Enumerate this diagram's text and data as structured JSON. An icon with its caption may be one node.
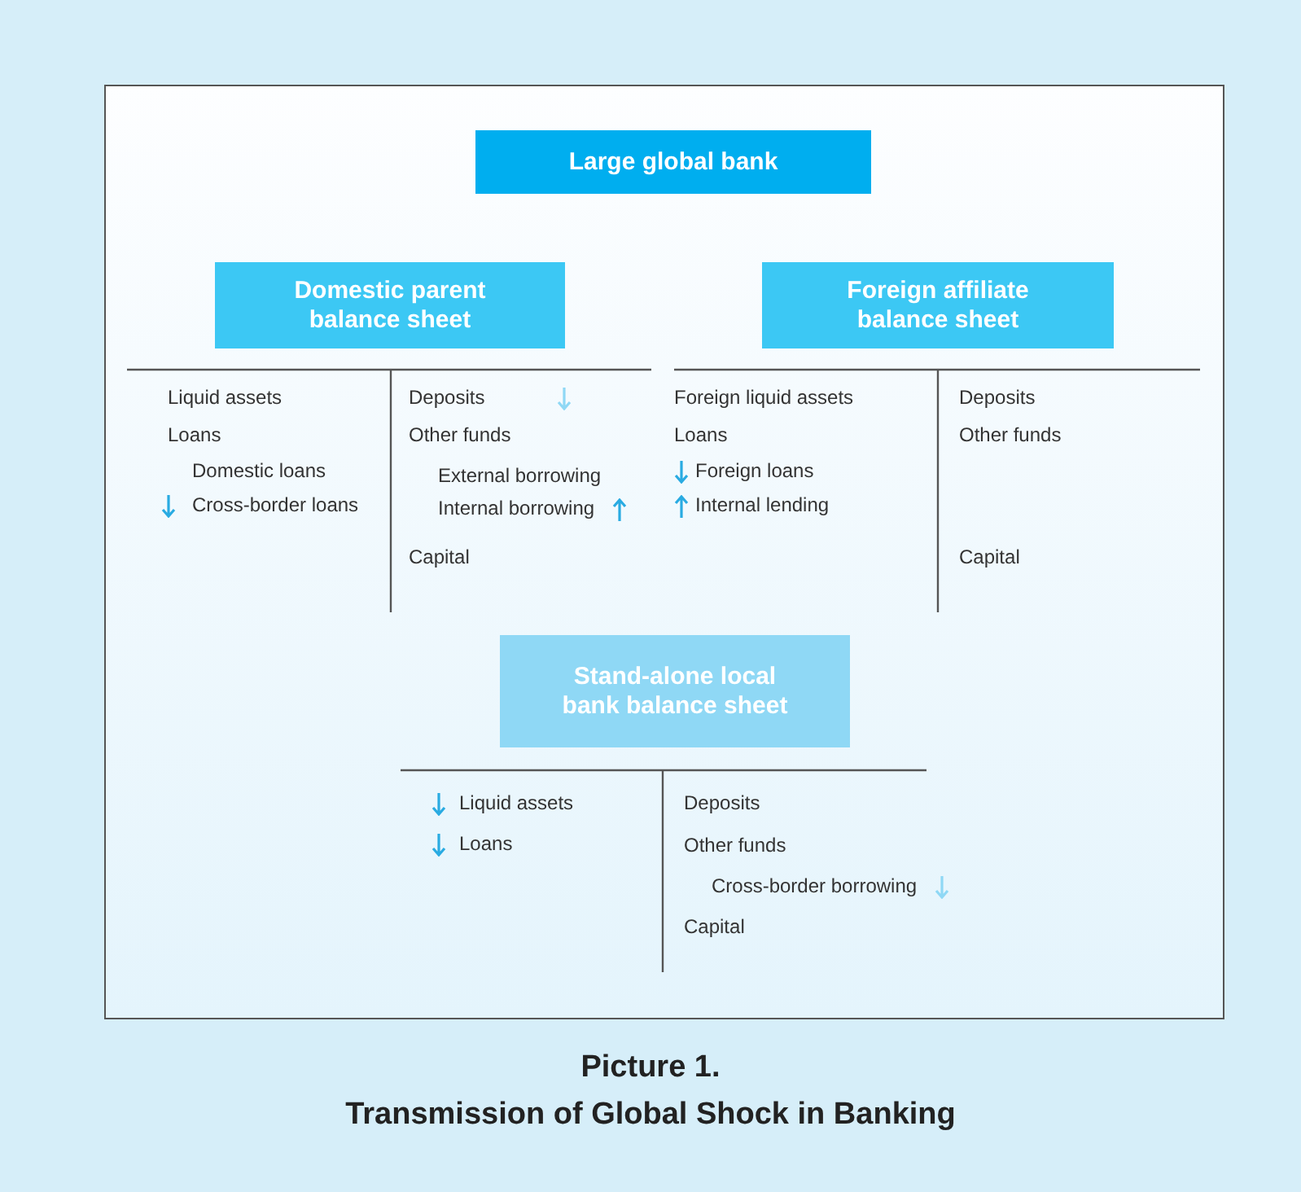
{
  "diagram": {
    "caption": "Picture 1. Transmission of Global Shock in Banking",
    "nodes": [
      {
        "text": [
          "Large global bank"
        ]
      },
      {
        "text": [
          "Domestic parent balance sheet"
        ]
      },
      {
        "text": [
          "Foreign affiliate balance sheet"
        ]
      },
      {
        "text": [
          "Stand-alone local bank balance sheet"
        ]
      }
    ],
    "labels": [
      "Liquid assets",
      "Loans",
      "Domestic loans",
      "Cross-border loans",
      "Deposits",
      "Other funds",
      "External borrowing",
      "Internal borrowing",
      "Capital",
      "Foreign liquid assets",
      "Loans",
      "Foreign loans",
      "Internal lending",
      "Deposits",
      "Other funds",
      "Capital",
      "Liquid assets",
      "Loans",
      "Deposits",
      "Other funds",
      "Cross-border borrowing",
      "Capital"
    ]
  }
}
